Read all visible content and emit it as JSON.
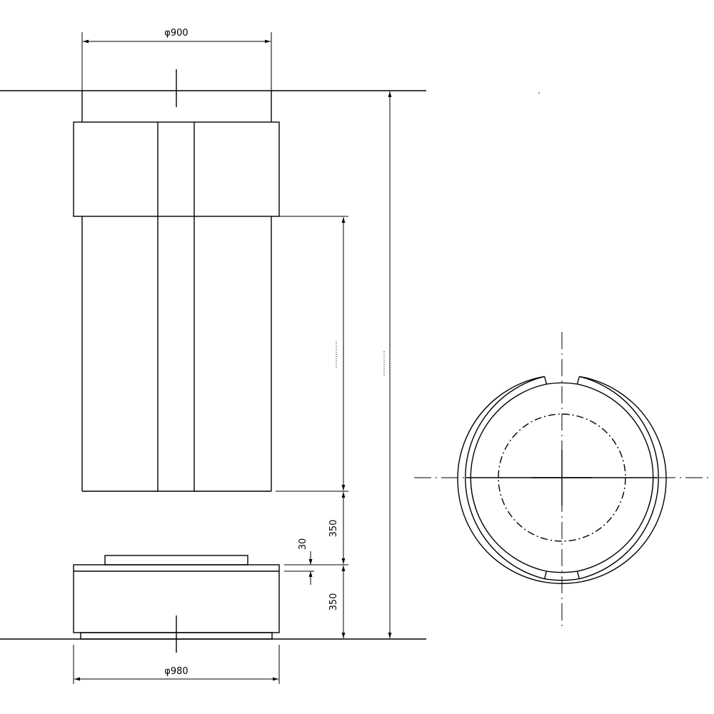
{
  "dimensions": {
    "top_diameter": "φ900",
    "bottom_diameter": "φ980",
    "gap_height": "350",
    "base_height": "350",
    "plate_thickness": "30"
  }
}
